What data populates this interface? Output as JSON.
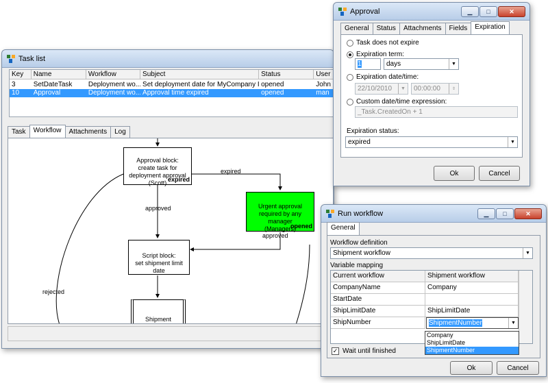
{
  "colors": {
    "selection": "#3399ff",
    "urgent_node": "#00ff00",
    "window_bg": "#eeeeee"
  },
  "task_list": {
    "title": "Task list",
    "columns": [
      "Key",
      "Name",
      "Workflow",
      "Subject",
      "Status",
      "User"
    ],
    "rows": [
      {
        "key": "3",
        "name": "SetDateTask",
        "workflow": "Deployment wo...",
        "subject": "Set deployment date for MyCompany Inc.",
        "status": "opened",
        "user": "John"
      },
      {
        "key": "10",
        "name": "Approval",
        "workflow": "Deployment wo...",
        "subject": "Approval time expired",
        "status": "opened",
        "user": "man"
      }
    ],
    "tabs": [
      "Task",
      "Workflow",
      "Attachments",
      "Log"
    ],
    "active_tab": "Workflow",
    "diagram": {
      "nodes": {
        "approval": {
          "text": "Approval block:\ncreate task for\ndeployment approval\n(Scott)",
          "state": "expired"
        },
        "urgent": {
          "text": "Urgent approval\nrequired by any\nmanager\n(Managers)",
          "state": "opened"
        },
        "script": {
          "text": "Script block:\nset shipment limit\ndate"
        },
        "shipment": {
          "text": "Shipment\nWorkflow"
        }
      },
      "edge_labels": {
        "expired": "expired",
        "approved1": "approved",
        "approved2": "approved",
        "rejected": "rejected"
      }
    }
  },
  "approval": {
    "title": "Approval",
    "tabs": [
      "General",
      "Status",
      "Attachments",
      "Fields",
      "Expiration"
    ],
    "active_tab": "Expiration",
    "opt_no_expire": "Task does not expire",
    "opt_term": "Expiration term:",
    "term_value": "1",
    "term_unit": "days",
    "opt_date": "Expiration date/time:",
    "date_value": "22/10/2010",
    "time_value": "00:00:00",
    "opt_custom": "Custom date/time expression:",
    "custom_value": "_Task.CreatedOn + 1",
    "status_label": "Expiration status:",
    "status_value": "expired",
    "ok": "Ok",
    "cancel": "Cancel"
  },
  "run_workflow": {
    "title": "Run workflow",
    "tab": "General",
    "def_label": "Workflow definition",
    "def_value": "Shipment workflow",
    "map_label": "Variable mapping",
    "map_headers": [
      "Current workflow",
      "Shipment workflow"
    ],
    "map_rows": [
      {
        "cur": "CompanyName",
        "ship": "Company"
      },
      {
        "cur": "StartDate",
        "ship": ""
      },
      {
        "cur": "ShipLimitDate",
        "ship": "ShipLimitDate"
      },
      {
        "cur": "ShipNumber",
        "ship": "ShipmentNumber"
      }
    ],
    "options": [
      "Company",
      "ShipLimitDate",
      "ShipmentNumber"
    ],
    "selected_option": "ShipmentNumber",
    "wait_label": "Wait until finished",
    "wait_checked": true,
    "ok": "Ok",
    "cancel": "Cancel"
  }
}
